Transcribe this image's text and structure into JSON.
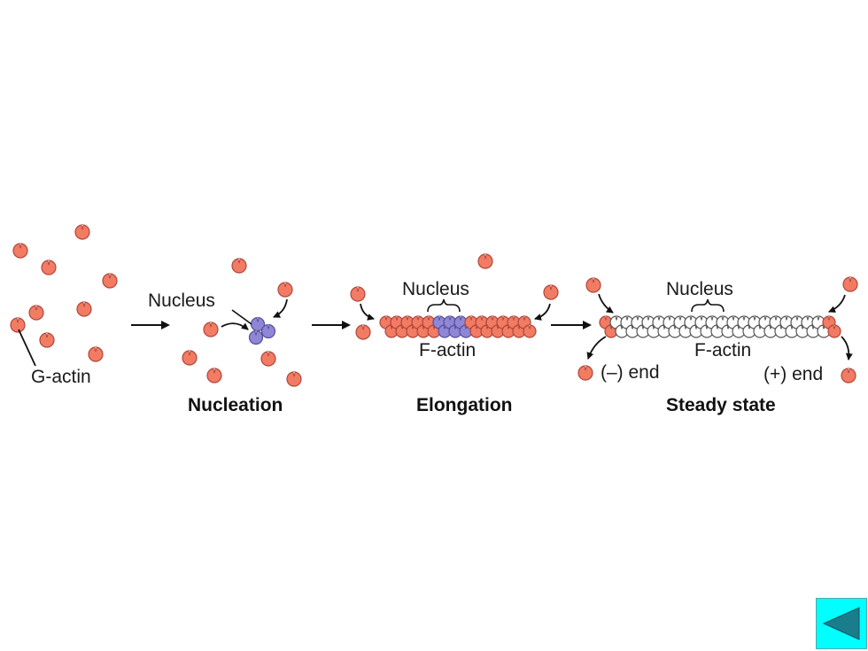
{
  "colors": {
    "g_actin": "#f27b63",
    "g_actin_stroke": "#b0463a",
    "nucleus": "#8f86d6",
    "nucleus_stroke": "#55509a",
    "f_actin_steady": "#ffffff",
    "back_button_bg": "#00ffff",
    "back_button_icon": "#1a7d8c"
  },
  "labels": {
    "g_actin": "G-actin",
    "nucleus_1": "Nucleus",
    "nucleus_2": "Nucleus",
    "nucleus_3": "Nucleus",
    "f_actin_1": "F-actin",
    "f_actin_2": "F-actin",
    "minus_end": "(–) end",
    "plus_end": "(+) end"
  },
  "stages": {
    "nucleation": "Nucleation",
    "elongation": "Elongation",
    "steady_state": "Steady state"
  },
  "controls": {
    "back_icon": "triangle-left-icon"
  }
}
